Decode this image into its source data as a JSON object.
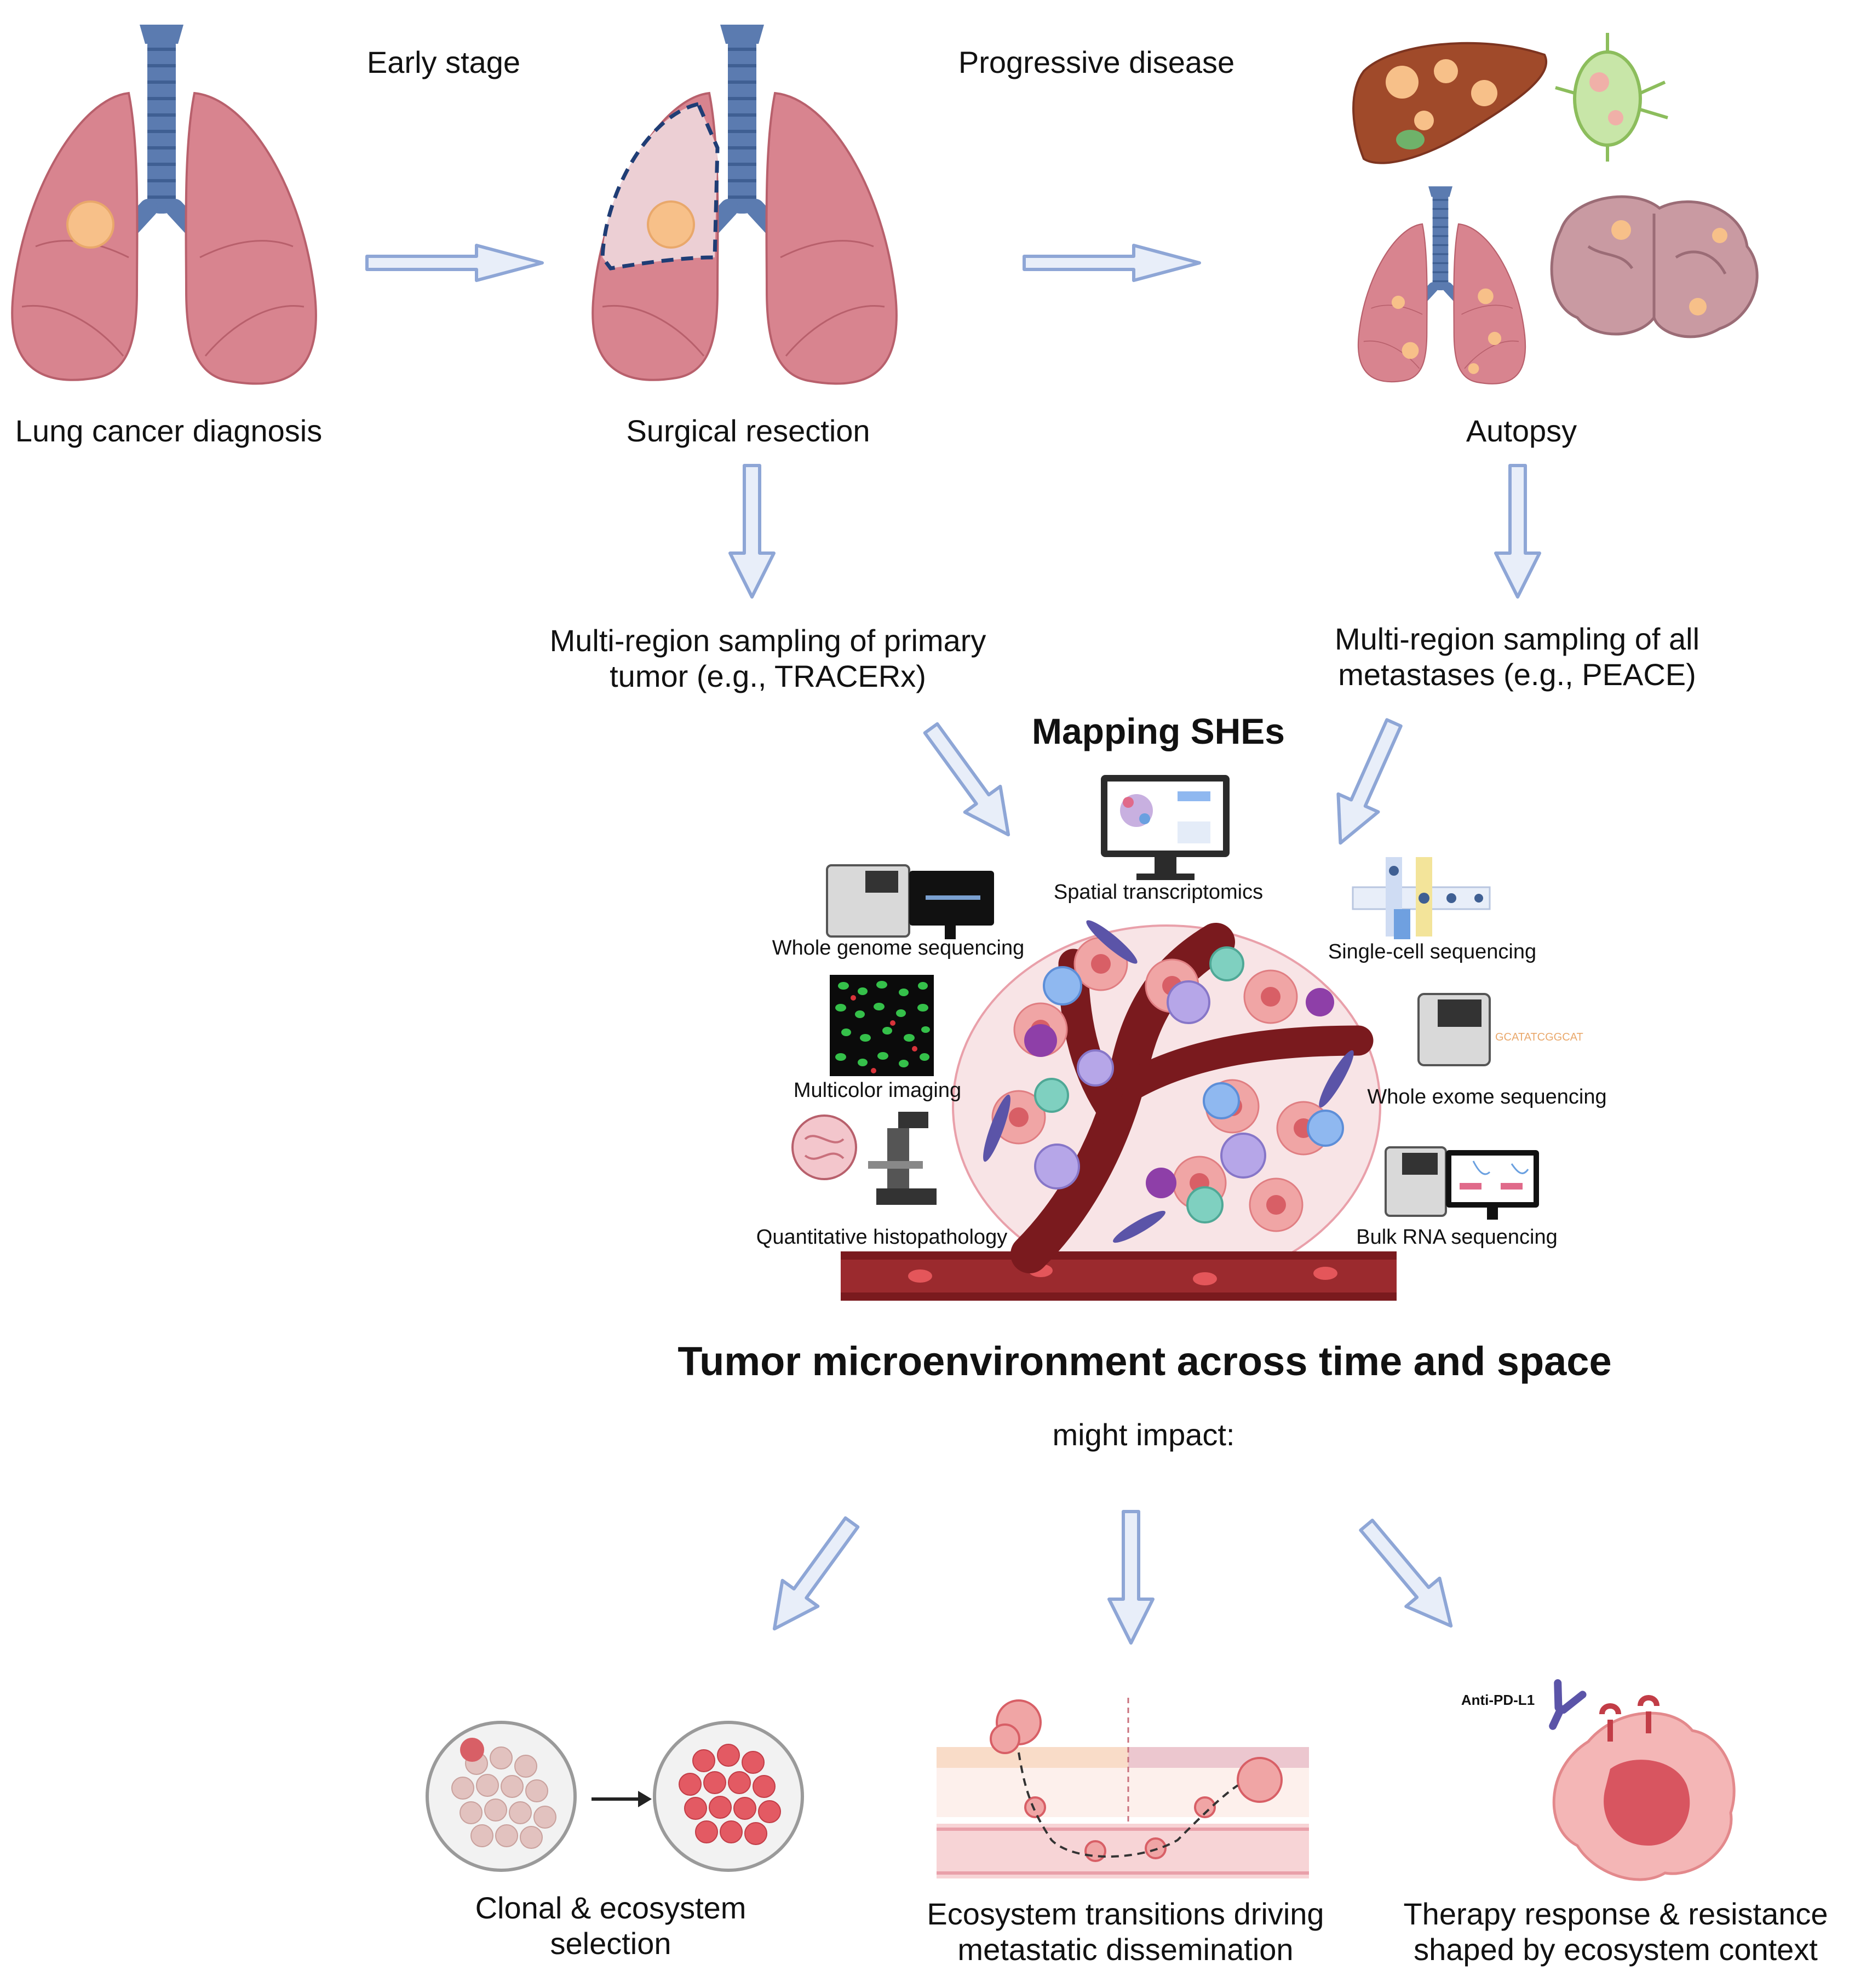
{
  "stages": {
    "early_stage": "Early stage",
    "progressive_disease": "Progressive disease",
    "diagnosis": "Lung cancer diagnosis",
    "resection": "Surgical resection",
    "autopsy": "Autopsy"
  },
  "sampling": {
    "primary_line1": "Multi-region sampling of primary",
    "primary_line2": "tumor (e.g., TRACERx)",
    "metastases_line1": "Multi-region sampling of all",
    "metastases_line2": "metastases (e.g., PEACE)"
  },
  "mapping_title": "Mapping SHEs",
  "techniques": {
    "spatial": "Spatial transcriptomics",
    "wgs": "Whole genome sequencing",
    "single_cell": "Single-cell sequencing",
    "multicolor": "Multicolor imaging",
    "wes": "Whole exome sequencing",
    "histopath": "Quantitative histopathology",
    "bulk_rna": "Bulk RNA sequencing"
  },
  "tme_title": "Tumor microenvironment across time and space",
  "impact_label": "might impact:",
  "outcomes": {
    "clonal_line1": "Clonal & ecosystem",
    "clonal_line2": "selection",
    "transitions_line1": "Ecosystem transitions driving",
    "transitions_line2": "metastatic dissemination",
    "therapy_line1": "Therapy response & resistance",
    "therapy_line2": "shaped by ecosystem context",
    "antibody_label": "Anti-PD-L1"
  },
  "colors": {
    "lung": "#d8848f",
    "trachea": "#5b7bb0",
    "tumor": "#f7c089",
    "arrow_fill": "#e8eef9",
    "arrow_stroke": "#8ea6d6",
    "vessel": "#7a1a1e",
    "liver": "#a04a2a"
  }
}
